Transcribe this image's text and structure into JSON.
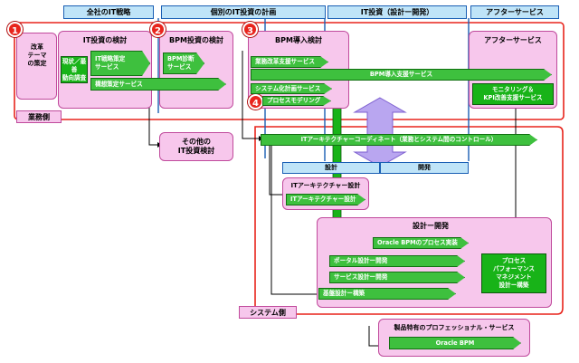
{
  "headers": [
    "全社のIT戦略",
    "個別のIT投資の計画",
    "IT投資（設計ー開発）",
    "アフターサービス"
  ],
  "badges": [
    "1",
    "2",
    "3",
    "4"
  ],
  "boxes": {
    "kaizen": "改革\nテーマ\nの策定",
    "it_kento": "IT投資の検討",
    "genjo": "現状／最善\n動向調査",
    "it_senryaku": "IT戦略策定\nサービス",
    "koso": "構想策定サービス",
    "bpm_toshi": "BPM投資の検討",
    "bpm_shindan": "BPM診断\nサービス",
    "bpm_donyu_kento": "BPM導入検討",
    "gyomu_kaikaku": "業務改革支援サービス",
    "bpm_donyu_shien": "BPM導入支援サービス",
    "system_ka": "システム化計画サービス",
    "process_model": "プロセスモデリング",
    "after_service": "アフターサービス",
    "monitoring": "モニタリング＆\nKPI改善支援サービス",
    "sonota": "その他の\nIT投資検討",
    "it_arch_coord": "ITアーキテクチャーコーディネート（業務とシステム間のコントロール）",
    "sekkei": "設計",
    "kaihatsu": "開発",
    "it_arch_sekkei_title": "ITアーキテクチャー設計",
    "it_arch_sekkei": "ITアーキテクチャー設計",
    "sekkei_kaihatsu_title": "設計ー開発",
    "oracle_process": "Oracle BPMのプロセス実装",
    "portal": "ポータル設計ー開発",
    "service_sekkei": "サービス設計ー開発",
    "kiban": "基盤設計ー構築",
    "process_perf": "プロセス\nパフォーマンス\nマネジメント\n設計ー構築",
    "seihin_title": "製品特有のプロフェッショナル・サービス",
    "oracle_bpm": "Oracle BPM"
  },
  "tags": {
    "gyomu": "業務側",
    "system": "システム側"
  },
  "colors": {
    "accent_red": "#e8241c",
    "header_blue": "#1a5fb4",
    "pink_fill": "#f7c7ec",
    "green": "#18b318",
    "purple": "#b9a6f0"
  }
}
